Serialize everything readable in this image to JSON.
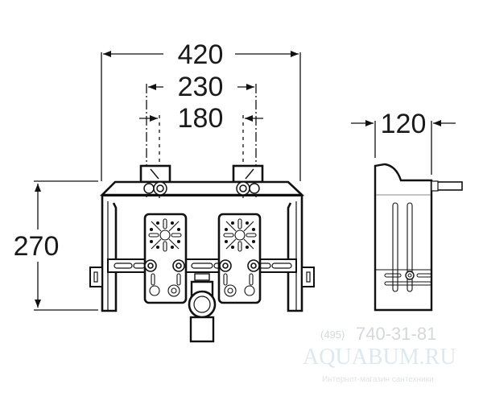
{
  "drawing": {
    "front_view": {
      "dimensions": {
        "overall_width": "420",
        "outer_center_distance": "230",
        "inner_center_distance": "180",
        "height": "270"
      }
    },
    "side_view": {
      "dimensions": {
        "depth": "120"
      }
    },
    "colors": {
      "line": "#111111",
      "background": "#ffffff"
    }
  },
  "watermark": {
    "phone_prefix": "(495)",
    "phone_number": "740-31-81",
    "site": "AQUABUM.RU",
    "tagline": "Интернет-магазин сантехники"
  }
}
